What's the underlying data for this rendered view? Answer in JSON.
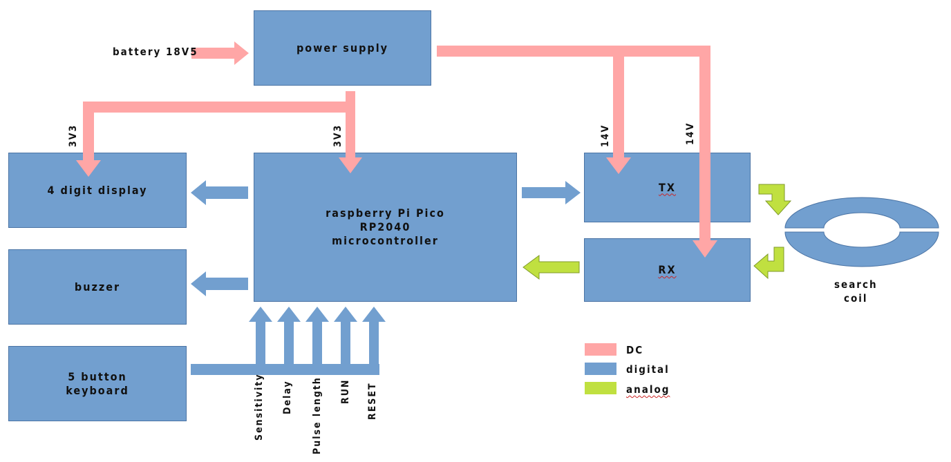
{
  "blocks": {
    "power_supply": "power supply",
    "display": "4 digit display",
    "buzzer": "buzzer",
    "keyboard": "5 button\nkeyboard",
    "mcu": "raspberry Pi Pico\nRP2040\nmicrocontroller",
    "tx": "TX",
    "rx": "RX"
  },
  "labels": {
    "battery": "battery 18V5",
    "rail_display": "3V3",
    "rail_mcu": "3V3",
    "rail_tx": "14V",
    "rail_rx": "14V",
    "search_coil": "search\ncoil"
  },
  "button_lines": [
    "Sensitivity",
    "Delay",
    "Pulse length",
    "RUN",
    "RESET"
  ],
  "legend": [
    {
      "label": "DC",
      "color": "#ffa6a6"
    },
    {
      "label": "digital",
      "color": "#729fcf"
    },
    {
      "label": "analog",
      "color": "#c0e040"
    }
  ],
  "colors": {
    "dc": "#ffa6a6",
    "digital": "#729fcf",
    "analog": "#c0e040",
    "block_border": "#4a73a4"
  }
}
